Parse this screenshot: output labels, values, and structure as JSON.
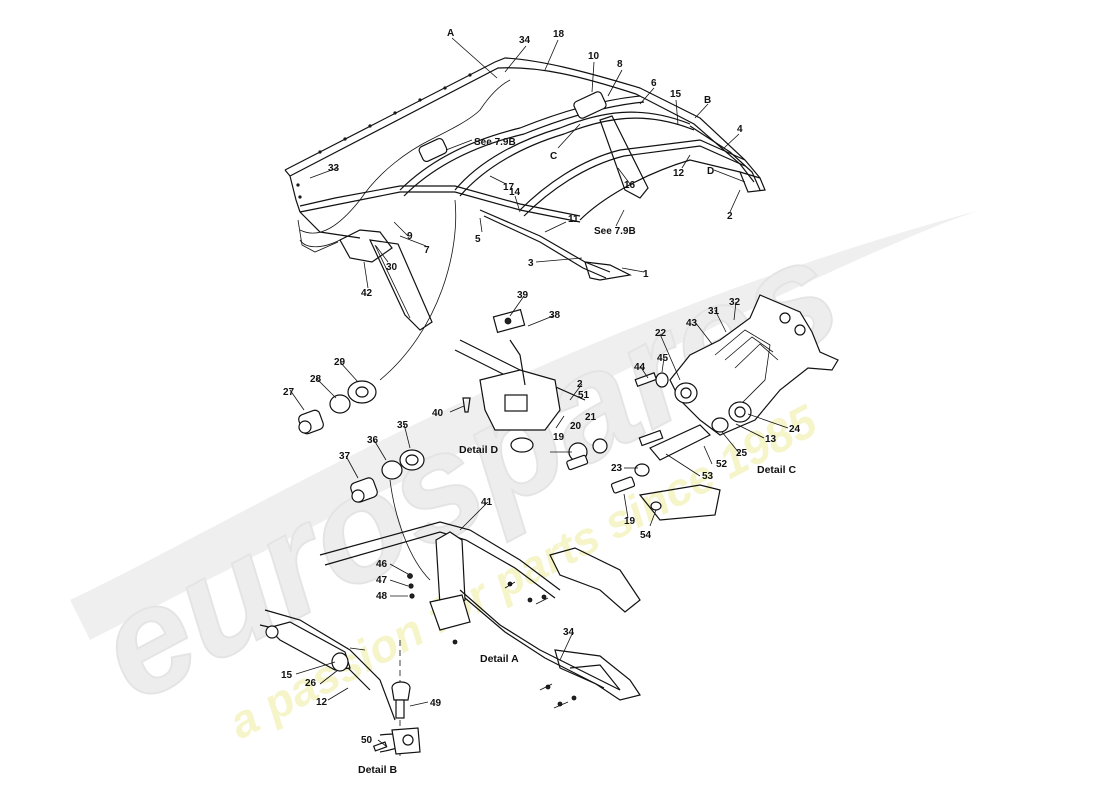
{
  "watermark": {
    "brand": "eurospares",
    "slogan": "a passion for parts since 1985"
  },
  "callouts": [
    {
      "id": "A",
      "label": "A"
    },
    {
      "id": "34a",
      "label": "34"
    },
    {
      "id": "18",
      "label": "18"
    },
    {
      "id": "10",
      "label": "10"
    },
    {
      "id": "8",
      "label": "8"
    },
    {
      "id": "6",
      "label": "6"
    },
    {
      "id": "15a",
      "label": "15"
    },
    {
      "id": "B",
      "label": "B"
    },
    {
      "id": "4",
      "label": "4"
    },
    {
      "id": "see79b-top",
      "label": "See 7.9B"
    },
    {
      "id": "C",
      "label": "C"
    },
    {
      "id": "12a",
      "label": "12"
    },
    {
      "id": "D",
      "label": "D"
    },
    {
      "id": "33",
      "label": "33"
    },
    {
      "id": "17",
      "label": "17"
    },
    {
      "id": "16",
      "label": "16"
    },
    {
      "id": "14",
      "label": "14"
    },
    {
      "id": "2a",
      "label": "2"
    },
    {
      "id": "9",
      "label": "9"
    },
    {
      "id": "5",
      "label": "5"
    },
    {
      "id": "11",
      "label": "11"
    },
    {
      "id": "see79b-bot",
      "label": "See 7.9B"
    },
    {
      "id": "7",
      "label": "7"
    },
    {
      "id": "30",
      "label": "30"
    },
    {
      "id": "3",
      "label": "3"
    },
    {
      "id": "1",
      "label": "1"
    },
    {
      "id": "42",
      "label": "42"
    },
    {
      "id": "39",
      "label": "39"
    },
    {
      "id": "38",
      "label": "38"
    },
    {
      "id": "32",
      "label": "32"
    },
    {
      "id": "31",
      "label": "31"
    },
    {
      "id": "43",
      "label": "43"
    },
    {
      "id": "22",
      "label": "22"
    },
    {
      "id": "29",
      "label": "29"
    },
    {
      "id": "28",
      "label": "28"
    },
    {
      "id": "27",
      "label": "27"
    },
    {
      "id": "44",
      "label": "44"
    },
    {
      "id": "45",
      "label": "45"
    },
    {
      "id": "2b",
      "label": "2"
    },
    {
      "id": "51",
      "label": "51"
    },
    {
      "id": "40",
      "label": "40"
    },
    {
      "id": "21",
      "label": "21"
    },
    {
      "id": "20",
      "label": "20"
    },
    {
      "id": "19a",
      "label": "19"
    },
    {
      "id": "35",
      "label": "35"
    },
    {
      "id": "36",
      "label": "36"
    },
    {
      "id": "37",
      "label": "37"
    },
    {
      "id": "24",
      "label": "24"
    },
    {
      "id": "13",
      "label": "13"
    },
    {
      "id": "25",
      "label": "25"
    },
    {
      "id": "52",
      "label": "52"
    },
    {
      "id": "23",
      "label": "23"
    },
    {
      "id": "53",
      "label": "53"
    },
    {
      "id": "19b",
      "label": "19"
    },
    {
      "id": "54",
      "label": "54"
    },
    {
      "id": "41",
      "label": "41"
    },
    {
      "id": "46",
      "label": "46"
    },
    {
      "id": "47",
      "label": "47"
    },
    {
      "id": "48",
      "label": "48"
    },
    {
      "id": "34b",
      "label": "34"
    },
    {
      "id": "15b",
      "label": "15"
    },
    {
      "id": "26",
      "label": "26"
    },
    {
      "id": "12b",
      "label": "12"
    },
    {
      "id": "49",
      "label": "49"
    },
    {
      "id": "50",
      "label": "50"
    }
  ],
  "details": {
    "a": "Detail A",
    "b": "Detail B",
    "c": "Detail C",
    "d": "Detail D"
  }
}
